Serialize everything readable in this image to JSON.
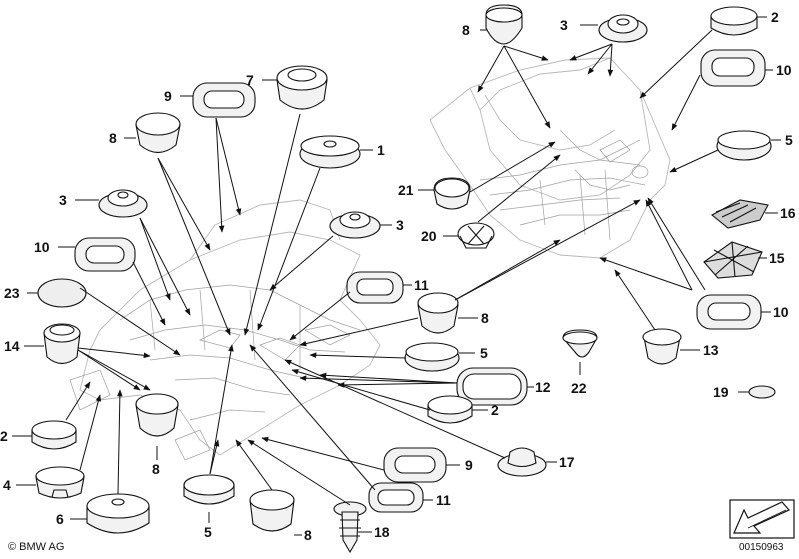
{
  "callouts": {
    "c1": "1",
    "c2a": "2",
    "c2b": "2",
    "c2c": "2",
    "c3a": "3",
    "c3b": "3",
    "c3c": "3",
    "c4": "4",
    "c5a": "5",
    "c5b": "5",
    "c5c": "5",
    "c6": "6",
    "c7": "7",
    "c8a": "8",
    "c8b": "8",
    "c8c": "8",
    "c8d": "8",
    "c8e": "8",
    "c9a": "9",
    "c9b": "9",
    "c10a": "10",
    "c10b": "10",
    "c10c": "10",
    "c11a": "11",
    "c11b": "11",
    "c12": "12",
    "c13": "13",
    "c14": "14",
    "c15": "15",
    "c16": "16",
    "c17": "17",
    "c18": "18",
    "c19": "19",
    "c20": "20",
    "c21": "21",
    "c22": "22",
    "c23": "23"
  },
  "footer": {
    "copyright": "© BMW AG",
    "doc_number": "00150963"
  },
  "colors": {
    "line": "#111111",
    "body_outline": "#b8b8b8",
    "part_fill": "#f2f2f2"
  }
}
